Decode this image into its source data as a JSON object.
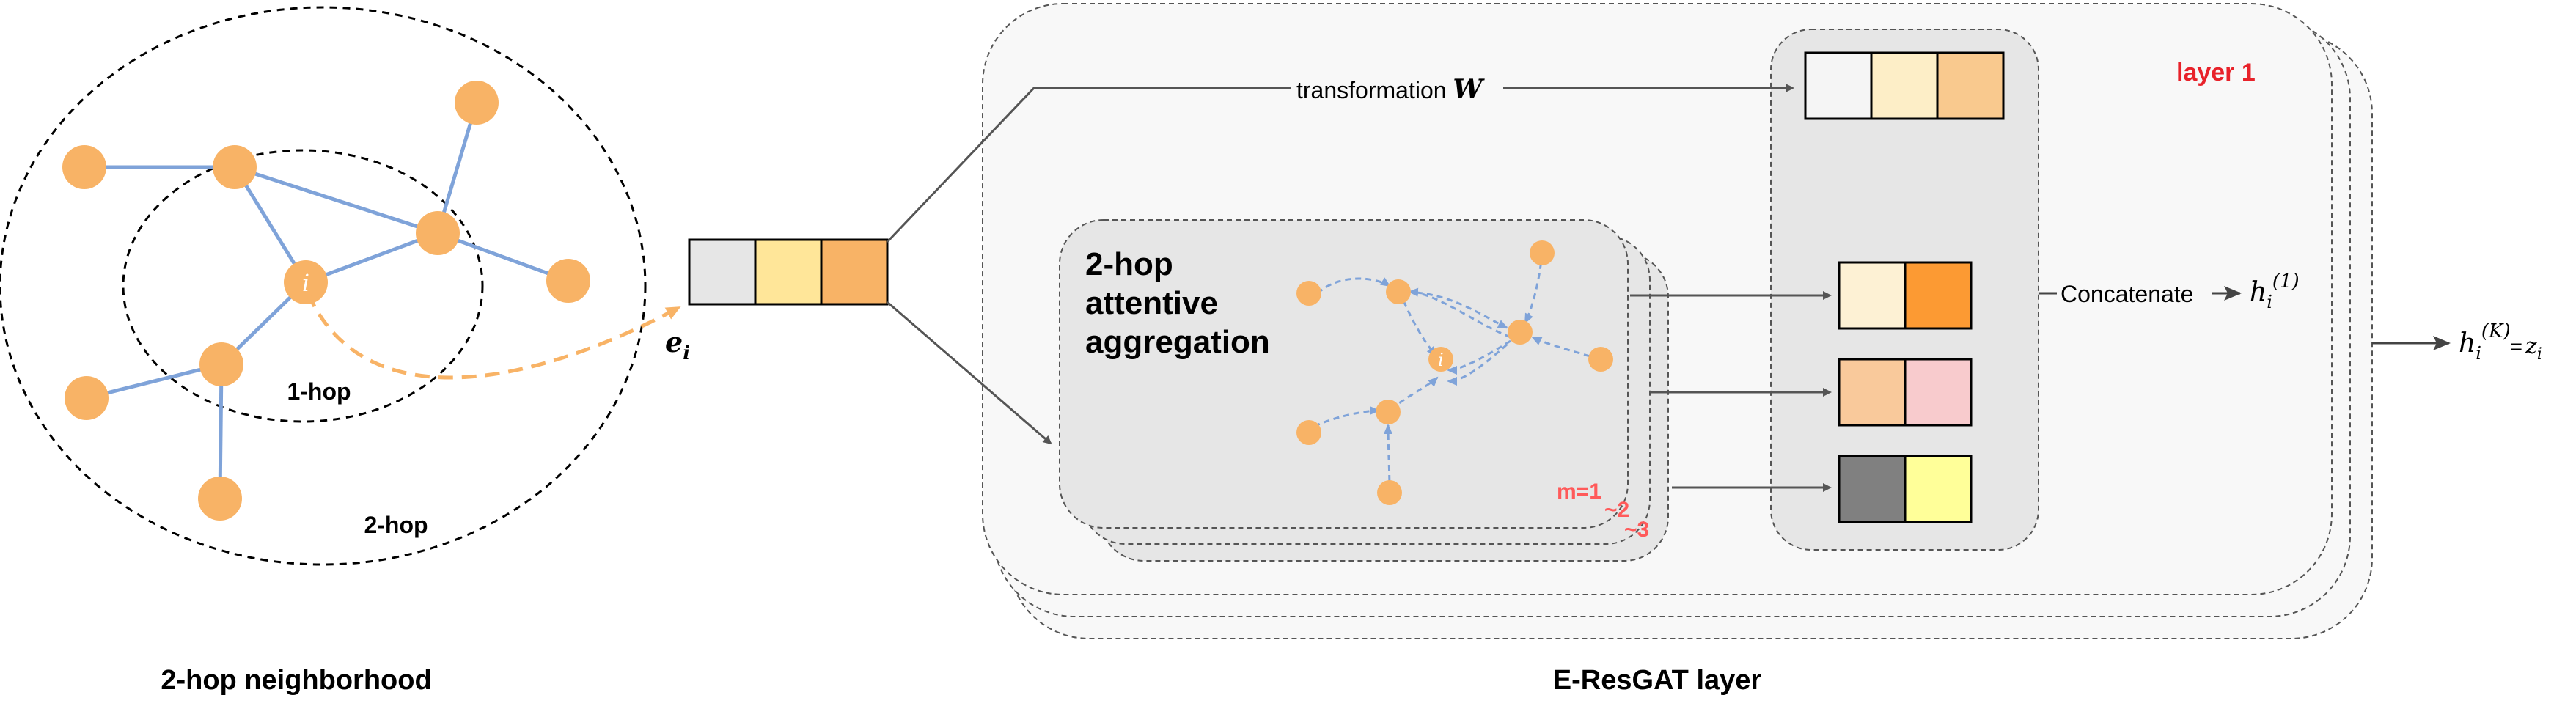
{
  "neighborhood": {
    "caption": "2-hop neighborhood",
    "inner_ring_label": "1-hop",
    "outer_ring_label": "2-hop",
    "center_node_label": "i",
    "embedding_label_base": "e",
    "embedding_label_sub": "i"
  },
  "layer": {
    "caption": "E-ResGAT layer",
    "title": "layer  1",
    "transformation_label": "transformation ",
    "transformation_symbol": "W",
    "aggregation_line1": "2-hop",
    "aggregation_line2": "attentive",
    "aggregation_line3": "aggregation",
    "head_label_1": "m=1",
    "head_label_2": "~2",
    "head_label_3": "~3",
    "center_node_label": "i",
    "concat_label": "Concatenate",
    "h1_base": "h",
    "h1_sub": "i",
    "h1_sup": "(1)",
    "hK_base": "h",
    "hK_sub": "i",
    "hK_sup": "(K)",
    "hK_eq": "=",
    "z_base": "z",
    "z_sub": "i"
  },
  "colors": {
    "node": "#f8b366",
    "edge": "#7fa3d9",
    "highlight": "#f8b366",
    "layer_title": "#e8222a",
    "head_labels": "#ff5a5a",
    "input_vector": [
      "#e6e6e6",
      "#ffe699",
      "#f8b366"
    ],
    "transform_vector": [
      "#f5f5f5",
      "#fdeec7",
      "#f9c98e"
    ],
    "head1_vector": [
      "#fdf1d4",
      "#fc9a33"
    ],
    "head2_vector": [
      "#f9c99b",
      "#f8cbcd"
    ],
    "head3_vector": [
      "#808080",
      "#ffff99"
    ]
  }
}
